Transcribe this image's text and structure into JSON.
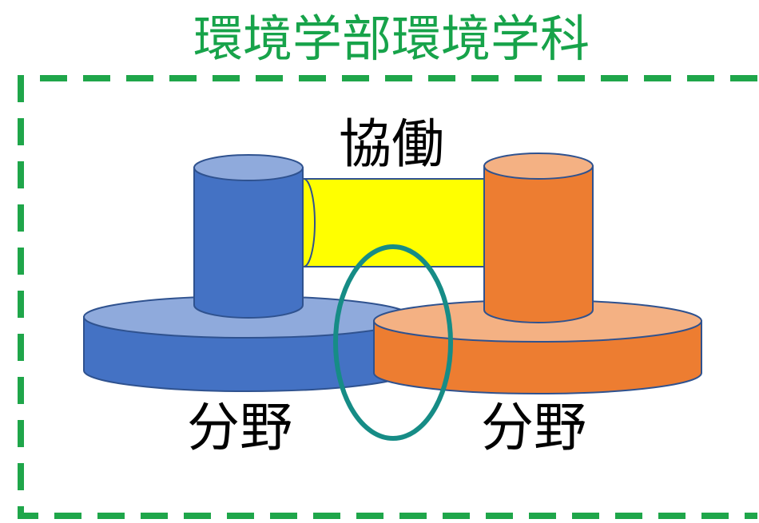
{
  "title": "環境学部環境学科",
  "collaboration_label": "協働",
  "left_field_label": "分野",
  "right_field_label": "分野",
  "colors": {
    "title": "#17a34a",
    "frame": "#1fa64a",
    "blue_side": "#4472c4",
    "blue_top": "#8faadc",
    "orange_side": "#ed7d31",
    "orange_top": "#f4b183",
    "bridge": "#ffff00",
    "ring": "#168c86",
    "outline": "#2f528f",
    "text": "#000000"
  }
}
